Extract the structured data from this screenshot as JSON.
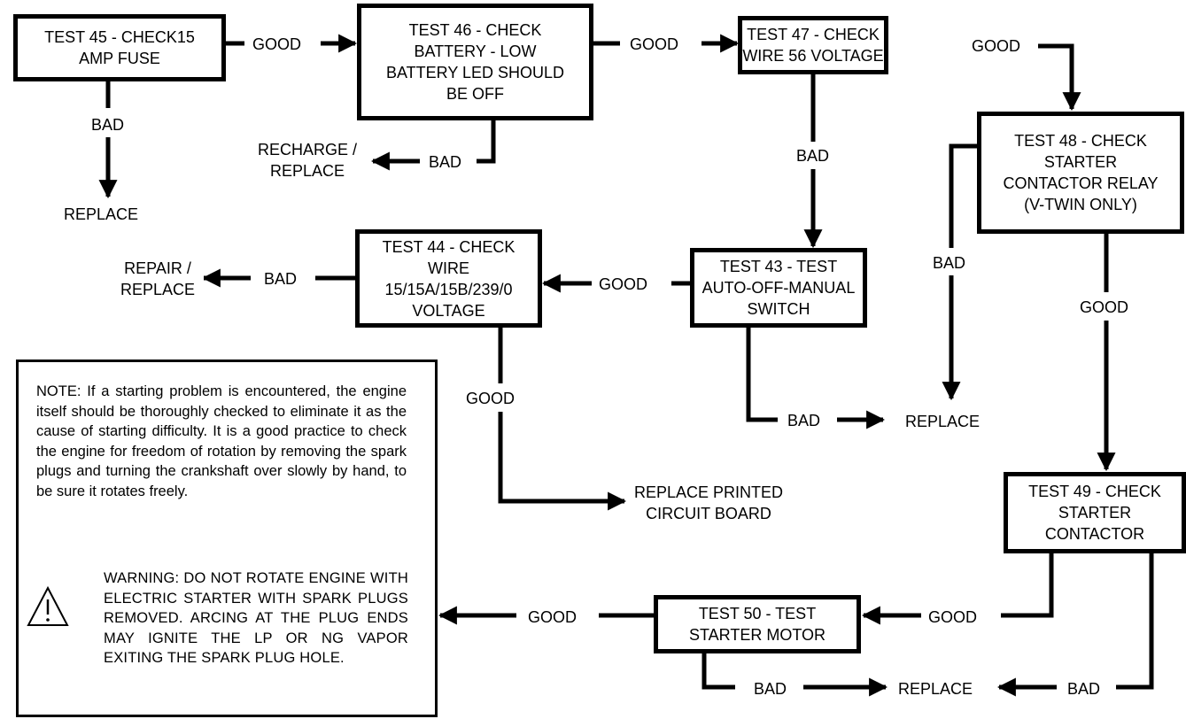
{
  "boxes": {
    "test45": [
      "TEST 45 - CHECK15",
      "AMP FUSE"
    ],
    "test46": [
      "TEST 46 - CHECK",
      "BATTERY - LOW",
      "BATTERY LED SHOULD",
      "BE OFF"
    ],
    "test47": [
      "TEST 47 - CHECK",
      "WIRE 56 VOLTAGE"
    ],
    "test48": [
      "TEST 48 - CHECK",
      "STARTER",
      "CONTACTOR RELAY",
      "(V-TWIN ONLY)"
    ],
    "test44": [
      "TEST 44 - CHECK",
      "WIRE",
      "15/15A/15B/239/0",
      "VOLTAGE"
    ],
    "test43": [
      "TEST 43 - TEST",
      "AUTO-OFF-MANUAL",
      "SWITCH"
    ],
    "test49": [
      "TEST 49 - CHECK",
      "STARTER",
      "CONTACTOR"
    ],
    "test50": [
      "TEST 50 - TEST",
      "STARTER MOTOR"
    ]
  },
  "labels": {
    "good": "GOOD",
    "bad": "BAD",
    "replace": "REPLACE",
    "recharge_replace": [
      "RECHARGE /",
      "REPLACE"
    ],
    "repair_replace": [
      "REPAIR /",
      "REPLACE"
    ],
    "replace_pcb": [
      "REPLACE PRINTED",
      "CIRCUIT BOARD"
    ]
  },
  "note": {
    "text": "NOTE: If a starting problem is encountered, the engine itself should be thoroughly checked to eliminate it as the cause of starting difficulty. It is a good practice to check the engine for freedom of rotation by removing the spark plugs and turning the crankshaft over slowly by hand, to be sure it rotates freely.",
    "warning_main": "WARNING: DO NOT ROTATE ENGINE WITH ELECTRIC STARTER WITH SPARK PLUGS REMOVED. ARCING AT THE PLUG ENDS MAY IGNITE THE LP OR NG VAPOR",
    "warning_last": "EXITING THE SPARK PLUG HOLE.",
    "icon": "warning-triangle-icon"
  }
}
